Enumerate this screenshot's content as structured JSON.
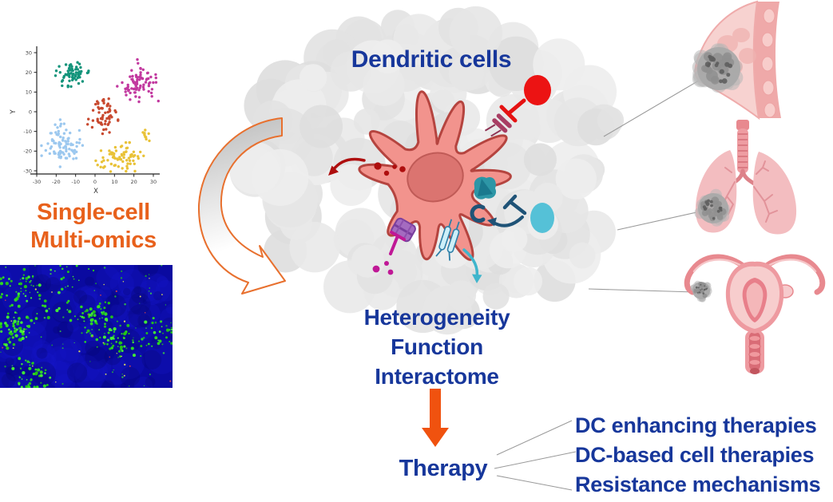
{
  "figure": {
    "left_panel": {
      "multiomics_label_line1": "Single-cell",
      "multiomics_label_line2": "Multi-omics",
      "microscopy_icon": "fluorescence-tissue-image"
    },
    "center_panel": {
      "dendritic_label": "Dendritic cells",
      "property_lines": [
        "Heterogeneity",
        "Function",
        "Interactome"
      ],
      "therapy_label": "Therapy",
      "icons": [
        "tumor-microenvironment-blob",
        "dendritic-cell",
        "red-inhibitor-cell",
        "cyan-immune-cell",
        "inhibition-t-bars",
        "secretion-arrows"
      ]
    },
    "right_panel": {
      "organ_icons": [
        "breast-tumor-illustration",
        "lung-tumor-illustration",
        "ovarian-tumor-illustration"
      ],
      "therapy_items": [
        "DC enhancing therapies",
        "DC-based cell therapies",
        "Resistance mechanisms"
      ]
    },
    "colors": {
      "heading_blue": "#17379B",
      "accent_orange": "#E8611C",
      "arrow_orange": "#F0520F",
      "dark_red": "#AE0E0E",
      "bright_red": "#E51212",
      "navy": "#1F5377",
      "magenta": "#C01896",
      "cyan_arrow": "#3FB5CC",
      "cell_pink": "#F2938D",
      "cell_outline": "#B5443F",
      "tumor_gray": "#A9A9A9",
      "organ_pink": "#F3BDC0"
    }
  },
  "chart_data": {
    "type": "scatter",
    "title": "",
    "xlabel": "X",
    "ylabel": "Y",
    "xlim": [
      -30,
      30
    ],
    "ylim": [
      -30,
      30
    ],
    "xticks": [
      -30,
      -20,
      -10,
      0,
      10,
      20,
      30
    ],
    "yticks": [
      -30,
      -20,
      -10,
      0,
      10,
      20,
      30
    ],
    "grid": false,
    "legend": false,
    "series": [
      {
        "name": "teal",
        "color": "#13947B",
        "clusters": [
          {
            "x": -12,
            "y": 18,
            "sx": 4.0,
            "sy": 3.2,
            "n": 65
          }
        ]
      },
      {
        "name": "magenta",
        "color": "#C2399F",
        "clusters": [
          {
            "x": 22,
            "y": 15,
            "sx": 4.6,
            "sy": 5.0,
            "n": 80
          }
        ]
      },
      {
        "name": "red",
        "color": "#C8492F",
        "clusters": [
          {
            "x": 4,
            "y": -2,
            "sx": 3.4,
            "sy": 4.0,
            "n": 60
          }
        ]
      },
      {
        "name": "lightblue",
        "color": "#9CC8EF",
        "clusters": [
          {
            "x": -17,
            "y": -16,
            "sx": 4.6,
            "sy": 5.2,
            "n": 90
          }
        ]
      },
      {
        "name": "yellow",
        "color": "#E9C237",
        "clusters": [
          {
            "x": 13,
            "y": -23,
            "sx": 5.5,
            "sy": 3.2,
            "n": 70
          },
          {
            "x": 26,
            "y": -13,
            "sx": 1.8,
            "sy": 1.6,
            "n": 10
          }
        ]
      }
    ]
  },
  "microscopy": {
    "type": "fluorescence-image",
    "background": "#0A0AA0",
    "signal_colors": [
      "#2FE01E",
      "#E8E855",
      "#E04545"
    ]
  }
}
